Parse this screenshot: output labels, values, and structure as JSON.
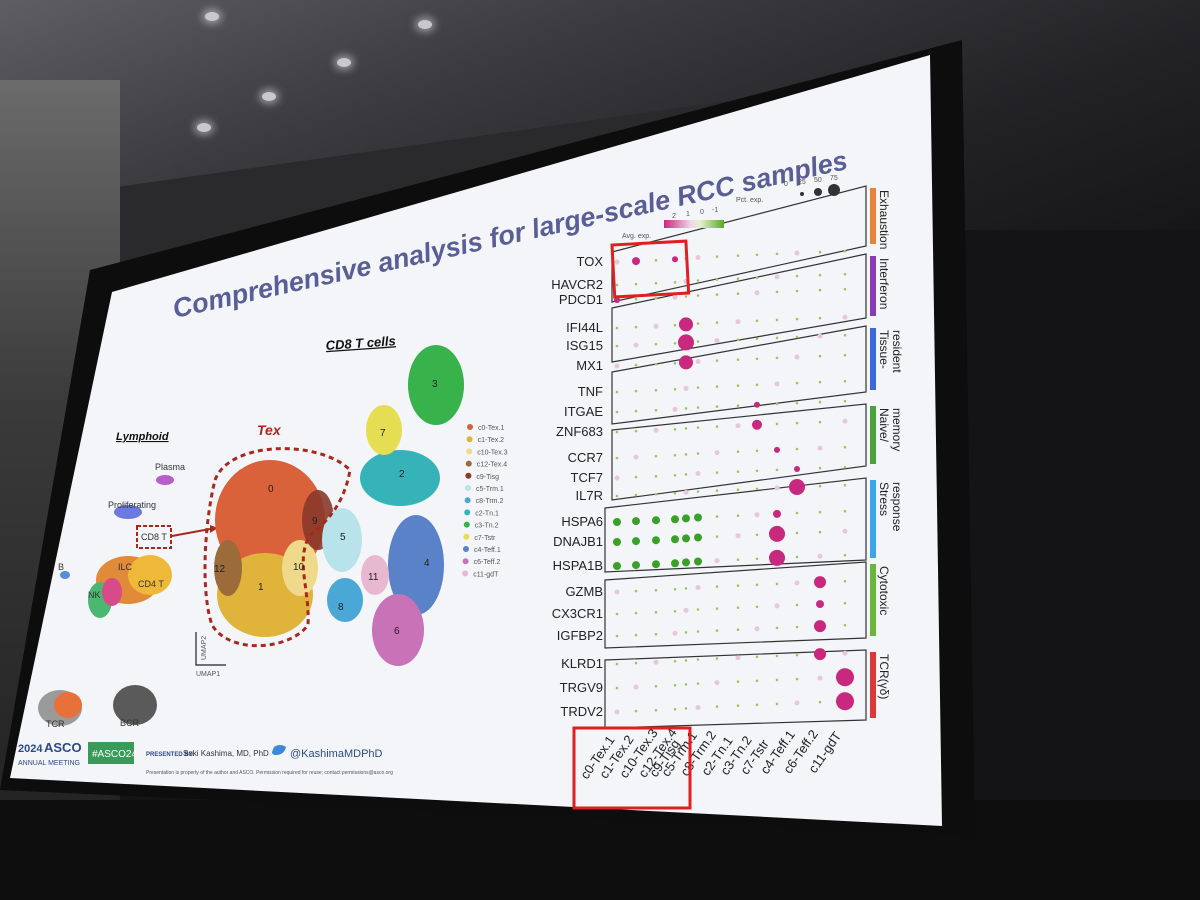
{
  "slide": {
    "title": "Comprehensive analysis for large-scale RCC samples",
    "umap_title": "CD8 T cells",
    "tex_label": "Tex",
    "lymphoid_title": "Lymphoid",
    "lymphoid_labels": [
      "Plasma",
      "Proliferating",
      "CD8 T",
      "ILC",
      "B",
      "NK",
      "CD4 T"
    ],
    "lineage_labels": [
      "TCR",
      "BCR"
    ],
    "axis_labels": [
      "UMAP2",
      "UMAP1"
    ],
    "cluster_numbers": [
      "0",
      "1",
      "2",
      "3",
      "4",
      "5",
      "6",
      "7",
      "8",
      "9",
      "10",
      "11",
      "12"
    ],
    "legend": [
      {
        "label": "c0-Tex.1",
        "color": "#d9623a"
      },
      {
        "label": "c1-Tex.2",
        "color": "#e0b43a"
      },
      {
        "label": "c10-Tex.3",
        "color": "#efd98a"
      },
      {
        "label": "c12-Tex.4",
        "color": "#9c6b3a"
      },
      {
        "label": "c9-Tisg",
        "color": "#8a3a2a"
      },
      {
        "label": "c5-Trm.1",
        "color": "#b9e3ea"
      },
      {
        "label": "c8-Trm.2",
        "color": "#4aa7d6"
      },
      {
        "label": "c2-Tn.1",
        "color": "#36b3b8"
      },
      {
        "label": "c3-Tn.2",
        "color": "#38b24a"
      },
      {
        "label": "c7-Tstr",
        "color": "#e6de52"
      },
      {
        "label": "c4-Teff.1",
        "color": "#5a82c8"
      },
      {
        "label": "c6-Teff.2",
        "color": "#c872b8"
      },
      {
        "label": "c11-gdT",
        "color": "#e8b8d0"
      }
    ],
    "dot_legend": {
      "avg_exp_label": "Avg. exp.",
      "avg_exp_ticks": [
        "2",
        "1",
        "0",
        "-1"
      ],
      "pct_exp_label": "Pct. exp.",
      "pct_exp_ticks": [
        "0",
        "25",
        "50",
        "75"
      ]
    },
    "categories": [
      "Exhaustion",
      "Interferon",
      "Tissue-\nresident",
      "Naive/\nmemory",
      "Stress\nresponse",
      "Cytotoxic",
      "TCR(γδ)"
    ],
    "category_colors": [
      "#e8843a",
      "#8a3ab8",
      "#3a6ad8",
      "#4aa23a",
      "#38a6e8",
      "#6ab83a",
      "#d83a3a"
    ],
    "genes": [
      "TOX",
      "HAVCR2",
      "PDCD1",
      "IFI44L",
      "ISG15",
      "MX1",
      "TNF",
      "ITGAE",
      "ZNF683",
      "CCR7",
      "TCF7",
      "IL7R",
      "HSPA6",
      "DNAJB1",
      "HSPA1B",
      "GZMB",
      "CX3CR1",
      "IGFBP2",
      "KLRD1",
      "TRGV9",
      "TRDV2"
    ],
    "clusters_x": [
      "c0-Tex.1",
      "c1-Tex.2",
      "c10-Tex.3",
      "c12-Tex.4",
      "c9-Tisg",
      "c5-Trm.1",
      "c8-Trm.2",
      "c2-Tn.1",
      "c3-Tn.2",
      "c7-Tstr",
      "c4-Teff.1",
      "c6-Teff.2",
      "c11-gdT"
    ],
    "footer": {
      "meeting_year": "2024",
      "meeting_org": "ASCO",
      "meeting_sub": "ANNUAL MEETING",
      "hashtag": "#ASCO24",
      "presented_by_label": "PRESENTED BY:",
      "presenter": "Soki Kashima, MD, PhD",
      "twitter": "@KashimaMDPhD",
      "disclaimer": "Presentation is property of the author and ASCO. Permission required for reuse; contact permissions@asco.org"
    }
  }
}
